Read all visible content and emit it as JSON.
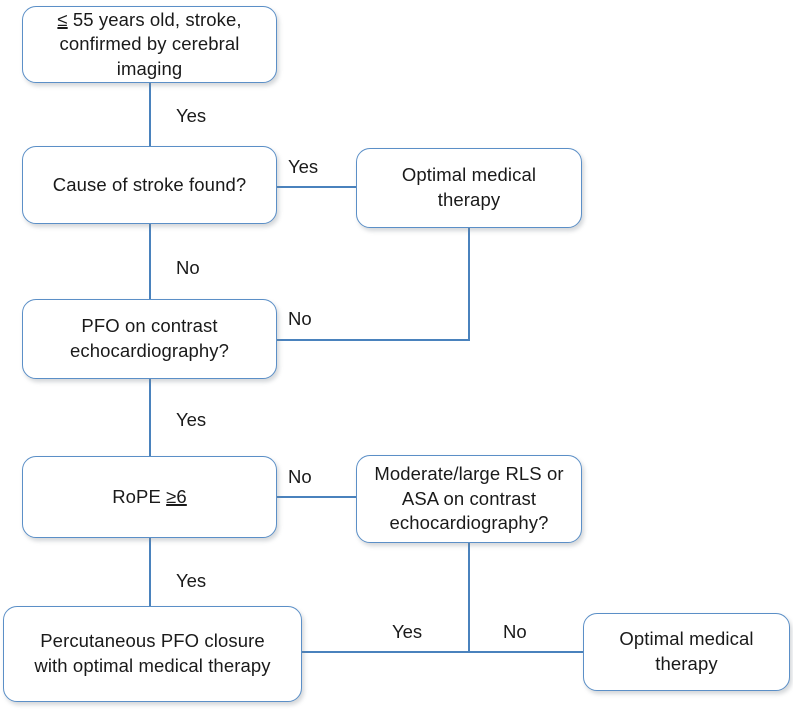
{
  "diagram": {
    "title": "PFO closure decision algorithm flowchart",
    "accent_color": "#5B8FC7",
    "edge_color": "#4A82BD",
    "background_color": "#FFFFFF",
    "text_color": "#1A1A1A"
  },
  "nodes": {
    "start": {
      "line1_prefix": "≤",
      "line1": " 55 years old, stroke,",
      "line2": "confirmed by cerebral",
      "line3": "imaging"
    },
    "cause_of_stroke": {
      "line1": "Cause of stroke found?"
    },
    "optimal_therapy_top": {
      "line1": "Optimal medical",
      "line2": "therapy"
    },
    "pfo_contrast_echo": {
      "line1": "PFO on contrast",
      "line2": "echocardiography?"
    },
    "rope_score": {
      "line1": "RoPE ",
      "line1_underlined": "≥6"
    },
    "rls_asa": {
      "line1": "Moderate/large RLS or",
      "line2": "ASA on contrast",
      "line3": "echocardiography?"
    },
    "percutaneous_closure": {
      "line1": "Percutaneous PFO closure",
      "line2": "with optimal medical therapy"
    },
    "optimal_therapy_bottom": {
      "line1": "Optimal medical",
      "line2": "therapy"
    }
  },
  "edge_labels": {
    "start_to_cause": "Yes",
    "cause_yes": "Yes",
    "cause_no": "No",
    "pfo_no": "No",
    "pfo_yes": "Yes",
    "rope_no": "No",
    "rope_yes": "Yes",
    "rls_yes": "Yes",
    "rls_no": "No"
  }
}
